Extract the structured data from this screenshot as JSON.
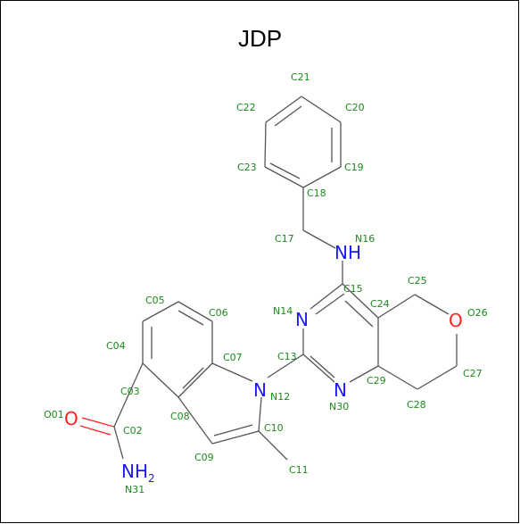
{
  "title": "JDP",
  "colors": {
    "bond": "#555555",
    "carbon_label": "#1b8a1b",
    "nitrogen": "#1a1aff",
    "oxygen": "#ff2020"
  },
  "atom_labels": [
    {
      "id": "O01",
      "text": "O01"
    },
    {
      "id": "C02",
      "text": "C02"
    },
    {
      "id": "C03",
      "text": "C03"
    },
    {
      "id": "C04",
      "text": "C04"
    },
    {
      "id": "C05",
      "text": "C05"
    },
    {
      "id": "C06",
      "text": "C06"
    },
    {
      "id": "C07",
      "text": "C07"
    },
    {
      "id": "C08",
      "text": "C08"
    },
    {
      "id": "C09",
      "text": "C09"
    },
    {
      "id": "C10",
      "text": "C10"
    },
    {
      "id": "C11",
      "text": "C11"
    },
    {
      "id": "N12",
      "text": "N12"
    },
    {
      "id": "C13",
      "text": "C13"
    },
    {
      "id": "N14",
      "text": "N14"
    },
    {
      "id": "C15",
      "text": "C15"
    },
    {
      "id": "N16",
      "text": "N16"
    },
    {
      "id": "C17",
      "text": "C17"
    },
    {
      "id": "C18",
      "text": "C18"
    },
    {
      "id": "C19",
      "text": "C19"
    },
    {
      "id": "C20",
      "text": "C20"
    },
    {
      "id": "C21",
      "text": "C21"
    },
    {
      "id": "C22",
      "text": "C22"
    },
    {
      "id": "C23",
      "text": "C23"
    },
    {
      "id": "C24",
      "text": "C24"
    },
    {
      "id": "C25",
      "text": "C25"
    },
    {
      "id": "O26",
      "text": "O26"
    },
    {
      "id": "C27",
      "text": "C27"
    },
    {
      "id": "C28",
      "text": "C28"
    },
    {
      "id": "C29",
      "text": "C29"
    },
    {
      "id": "N30",
      "text": "N30"
    },
    {
      "id": "N31",
      "text": "N31"
    }
  ],
  "element_symbols": [
    {
      "id": "O01",
      "text": "O",
      "kind": "oxygen"
    },
    {
      "id": "N12",
      "text": "N",
      "kind": "nitrogen"
    },
    {
      "id": "N14",
      "text": "N",
      "kind": "nitrogen"
    },
    {
      "id": "N16",
      "text": "NH",
      "kind": "nitrogen"
    },
    {
      "id": "O26",
      "text": "O",
      "kind": "oxygen"
    },
    {
      "id": "N30",
      "text": "N",
      "kind": "nitrogen"
    },
    {
      "id": "N31",
      "text": "NH",
      "sub": "2",
      "kind": "nitrogen"
    }
  ]
}
